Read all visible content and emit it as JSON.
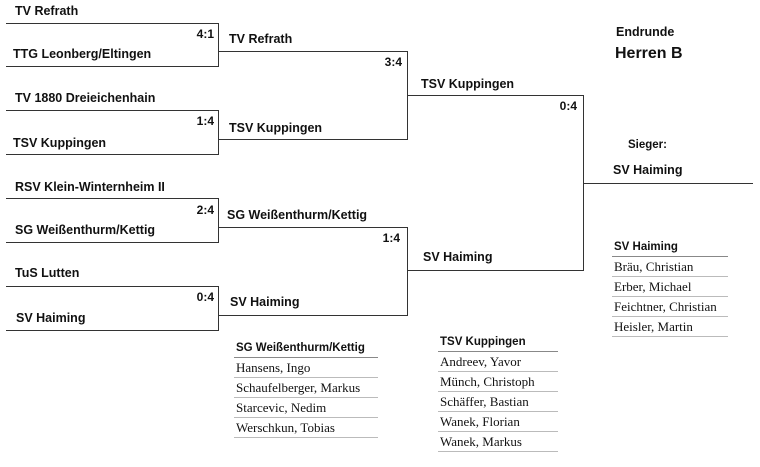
{
  "header": {
    "round": "Endrunde",
    "category": "Herren B"
  },
  "round1": [
    {
      "top": "TV Refrath",
      "bottom": "TTG Leonberg/Eltingen",
      "score": "4:1"
    },
    {
      "top": "TV 1880 Dreieichenhain",
      "bottom": "TSV Kuppingen",
      "score": "1:4"
    },
    {
      "top": "RSV Klein-Winternheim II",
      "bottom": "SG Weißenthurm/Kettig",
      "score": "2:4"
    },
    {
      "top": "TuS Lutten",
      "bottom": "SV Haiming",
      "score": "0:4"
    }
  ],
  "round2": [
    {
      "top": "TV Refrath",
      "bottom": "TSV Kuppingen",
      "score": "3:4"
    },
    {
      "top": "SG Weißenthurm/Kettig",
      "bottom": "SV Haiming",
      "score": "1:4"
    }
  ],
  "final": {
    "top": "TSV Kuppingen",
    "bottom": "SV Haiming",
    "score": "0:4"
  },
  "winner": {
    "label": "Sieger:",
    "team": "SV Haiming"
  },
  "rosters": [
    {
      "team": "SV Haiming",
      "players": [
        "Bräu, Christian",
        "Erber, Michael",
        "Feichtner, Christian",
        "Heisler, Martin"
      ]
    },
    {
      "team": "SG Weißenthurm/Kettig",
      "players": [
        "Hansens, Ingo",
        "Schaufelberger, Markus",
        "Starcevic, Nedim",
        "Werschkun, Tobias"
      ]
    },
    {
      "team": "TSV Kuppingen",
      "players": [
        "Andreev, Yavor",
        "Münch, Christoph",
        "Schäffer, Bastian",
        "Wanek, Florian",
        "Wanek, Markus"
      ]
    }
  ]
}
